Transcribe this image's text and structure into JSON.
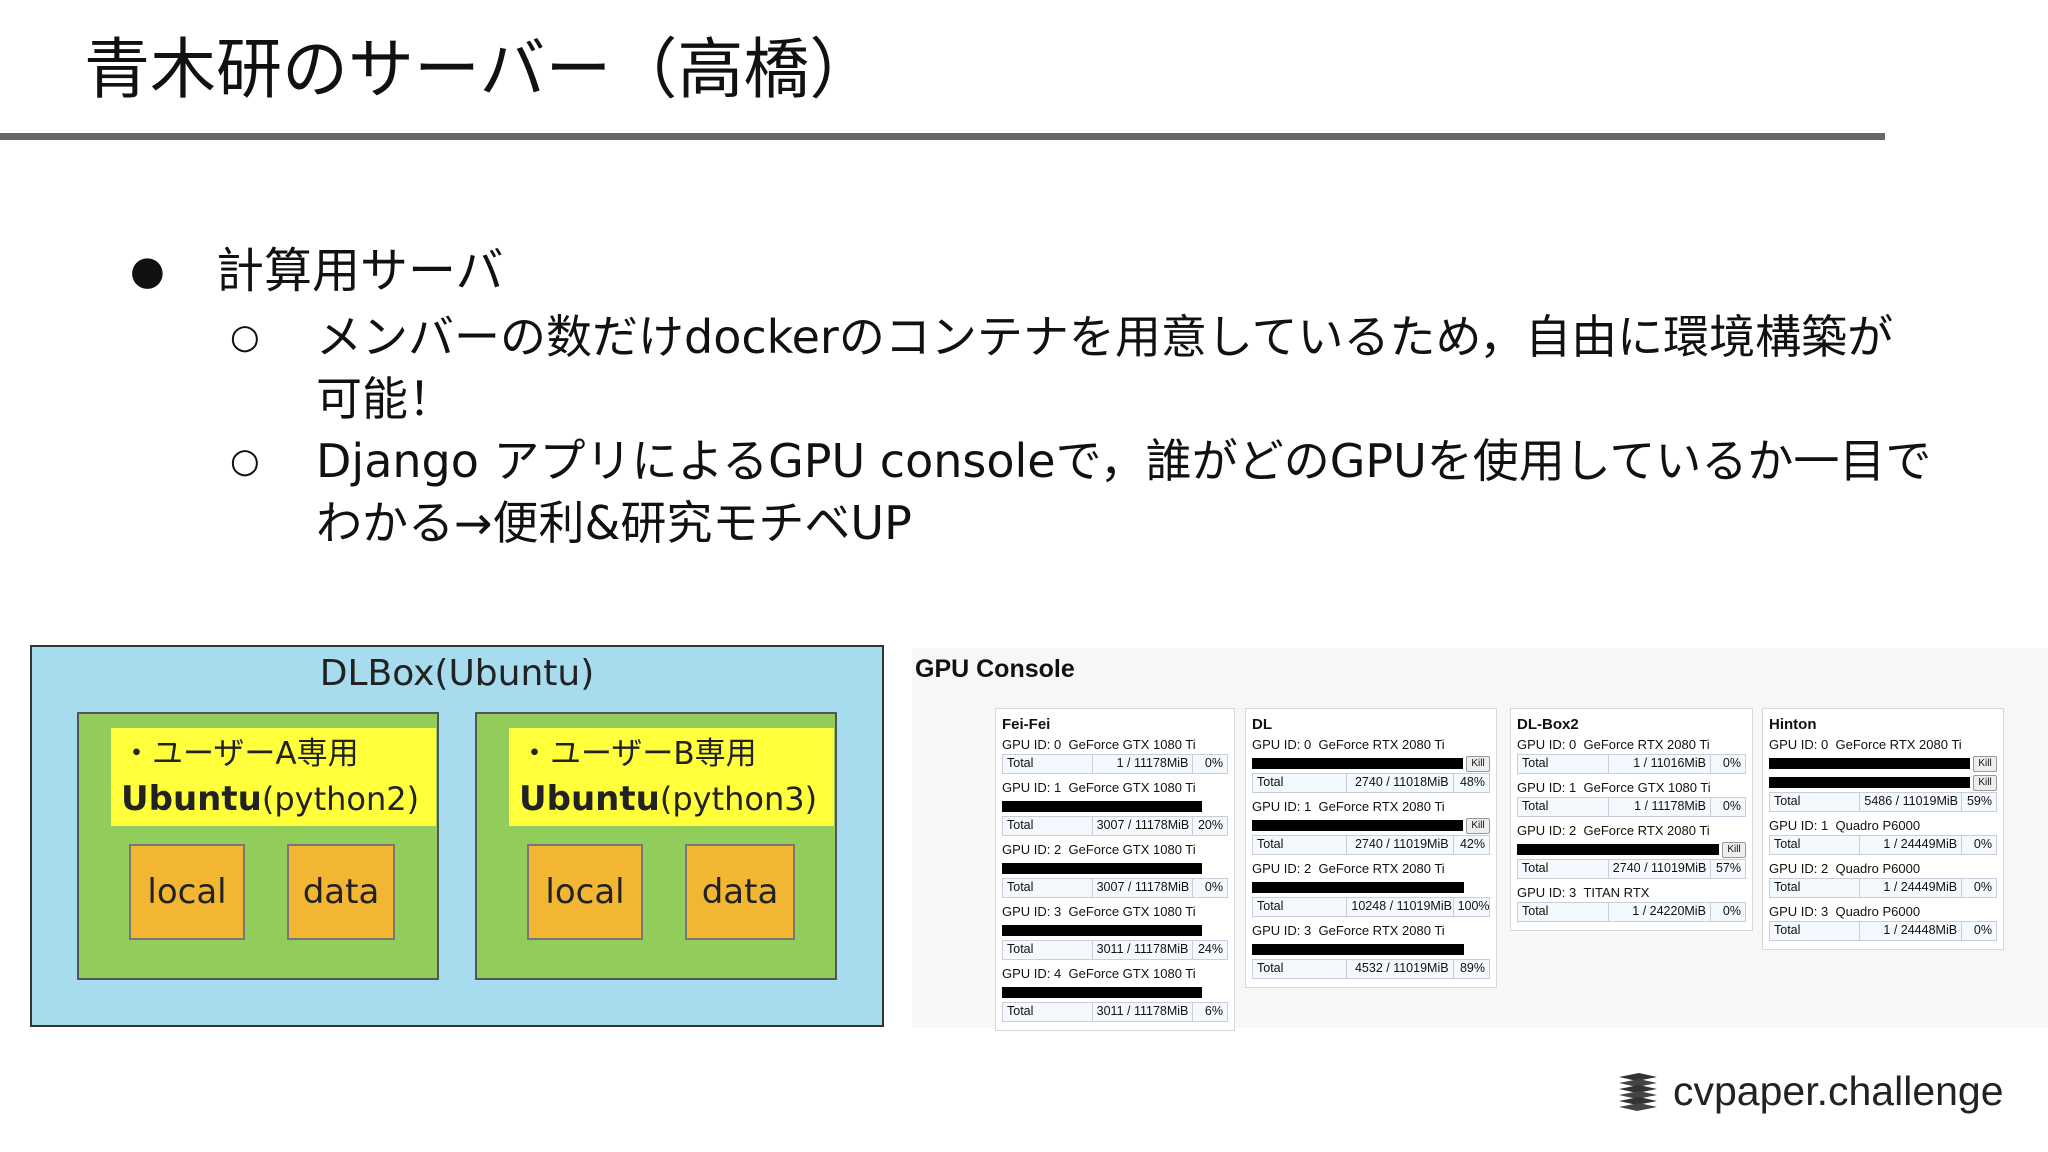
{
  "slide": {
    "title": "青木研のサーバー（高橋）",
    "bullets": {
      "level1": "計算用サーバ",
      "sub1_line1": "メンバーの数だけdockerのコンテナを用意しているため，自由に環境構築が",
      "sub1_line2": "可能！",
      "sub2_line1": "Django アプリによるGPU consoleで，誰がどのGPUを使用しているか一目で",
      "sub2_line2": "わかる→便利&研究モチベUP",
      "markers": {
        "dot": "●",
        "ring": "○"
      }
    }
  },
  "dlbox": {
    "title": "DLBox(Ubuntu)",
    "containers": [
      {
        "label": "・ユーザーA専用",
        "os": "Ubuntu",
        "python": "(python2)",
        "volumes": [
          "local",
          "data"
        ]
      },
      {
        "label": "・ユーザーB専用",
        "os": "Ubuntu",
        "python": "(python3)",
        "volumes": [
          "local",
          "data"
        ]
      }
    ]
  },
  "gpu_console": {
    "title": "GPU Console",
    "kill_label": "Kill",
    "total_label": "Total",
    "machines": [
      {
        "name": "Fei-Fei",
        "gpus": [
          {
            "id": "GPU ID: 0",
            "model": "GeForce GTX 1080 Ti",
            "procs": 0,
            "kill": false,
            "mem": "1 / 11178MiB",
            "util": "0%"
          },
          {
            "id": "GPU ID: 1",
            "model": "GeForce GTX 1080 Ti",
            "procs": 1,
            "kill": false,
            "mem": "3007 / 11178MiB",
            "util": "20%"
          },
          {
            "id": "GPU ID: 2",
            "model": "GeForce GTX 1080 Ti",
            "procs": 1,
            "kill": false,
            "mem": "3007 / 11178MiB",
            "util": "0%"
          },
          {
            "id": "GPU ID: 3",
            "model": "GeForce GTX 1080 Ti",
            "procs": 1,
            "kill": false,
            "mem": "3011 / 11178MiB",
            "util": "24%"
          },
          {
            "id": "GPU ID: 4",
            "model": "GeForce GTX 1080 Ti",
            "procs": 1,
            "kill": false,
            "mem": "3011 / 11178MiB",
            "util": "6%"
          }
        ]
      },
      {
        "name": "DL",
        "gpus": [
          {
            "id": "GPU ID: 0",
            "model": "GeForce RTX 2080 Ti",
            "procs": 1,
            "kill": true,
            "mem": "2740 / 11018MiB",
            "util": "48%"
          },
          {
            "id": "GPU ID: 1",
            "model": "GeForce RTX 2080 Ti",
            "procs": 1,
            "kill": true,
            "mem": "2740 / 11019MiB",
            "util": "42%"
          },
          {
            "id": "GPU ID: 2",
            "model": "GeForce RTX 2080 Ti",
            "procs": 1,
            "kill": false,
            "mem": "10248 / 11019MiB",
            "util": "100%"
          },
          {
            "id": "GPU ID: 3",
            "model": "GeForce RTX 2080 Ti",
            "procs": 1,
            "kill": false,
            "mem": "4532 / 11019MiB",
            "util": "89%"
          }
        ]
      },
      {
        "name": "DL-Box2",
        "gpus": [
          {
            "id": "GPU ID: 0",
            "model": "GeForce RTX 2080 Ti",
            "procs": 0,
            "kill": false,
            "mem": "1 / 11016MiB",
            "util": "0%"
          },
          {
            "id": "GPU ID: 1",
            "model": "GeForce GTX 1080 Ti",
            "procs": 0,
            "kill": false,
            "mem": "1 / 11178MiB",
            "util": "0%"
          },
          {
            "id": "GPU ID: 2",
            "model": "GeForce RTX 2080 Ti",
            "procs": 1,
            "kill": true,
            "mem": "2740 / 11019MiB",
            "util": "57%"
          },
          {
            "id": "GPU ID: 3",
            "model": "TITAN RTX",
            "procs": 0,
            "kill": false,
            "mem": "1 / 24220MiB",
            "util": "0%"
          }
        ]
      },
      {
        "name": "Hinton",
        "gpus": [
          {
            "id": "GPU ID: 0",
            "model": "GeForce RTX 2080 Ti",
            "procs": 2,
            "kill": true,
            "mem": "5486 / 11019MiB",
            "util": "59%"
          },
          {
            "id": "GPU ID: 1",
            "model": "Quadro P6000",
            "procs": 0,
            "kill": false,
            "mem": "1 / 24449MiB",
            "util": "0%"
          },
          {
            "id": "GPU ID: 2",
            "model": "Quadro P6000",
            "procs": 0,
            "kill": false,
            "mem": "1 / 24449MiB",
            "util": "0%"
          },
          {
            "id": "GPU ID: 3",
            "model": "Quadro P6000",
            "procs": 0,
            "kill": false,
            "mem": "1 / 24448MiB",
            "util": "0%"
          }
        ]
      }
    ]
  },
  "footer": {
    "logo_text": "cvpaper.challenge"
  }
}
